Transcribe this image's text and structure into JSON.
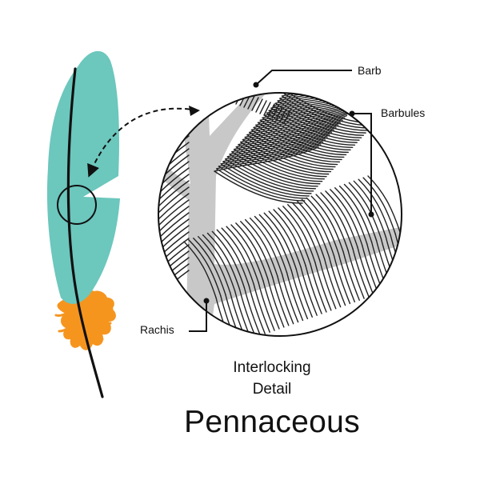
{
  "labels": {
    "barb": "Barb",
    "barbules": "Barbules",
    "rachis": "Rachis"
  },
  "caption": {
    "line1": "Interlocking",
    "line2": "Detail"
  },
  "title": "Pennaceous",
  "colors": {
    "vane": "#6cc7bd",
    "afterfeather": "#f6951e",
    "shaft": "#111111",
    "rachis_detail": "#c8c8c8",
    "barb_lines": "#222222"
  },
  "icons": {
    "feather": "feather-icon",
    "magnify_circle": "magnifier-circle-icon",
    "arrow": "dashed-curved-arrow-icon"
  }
}
